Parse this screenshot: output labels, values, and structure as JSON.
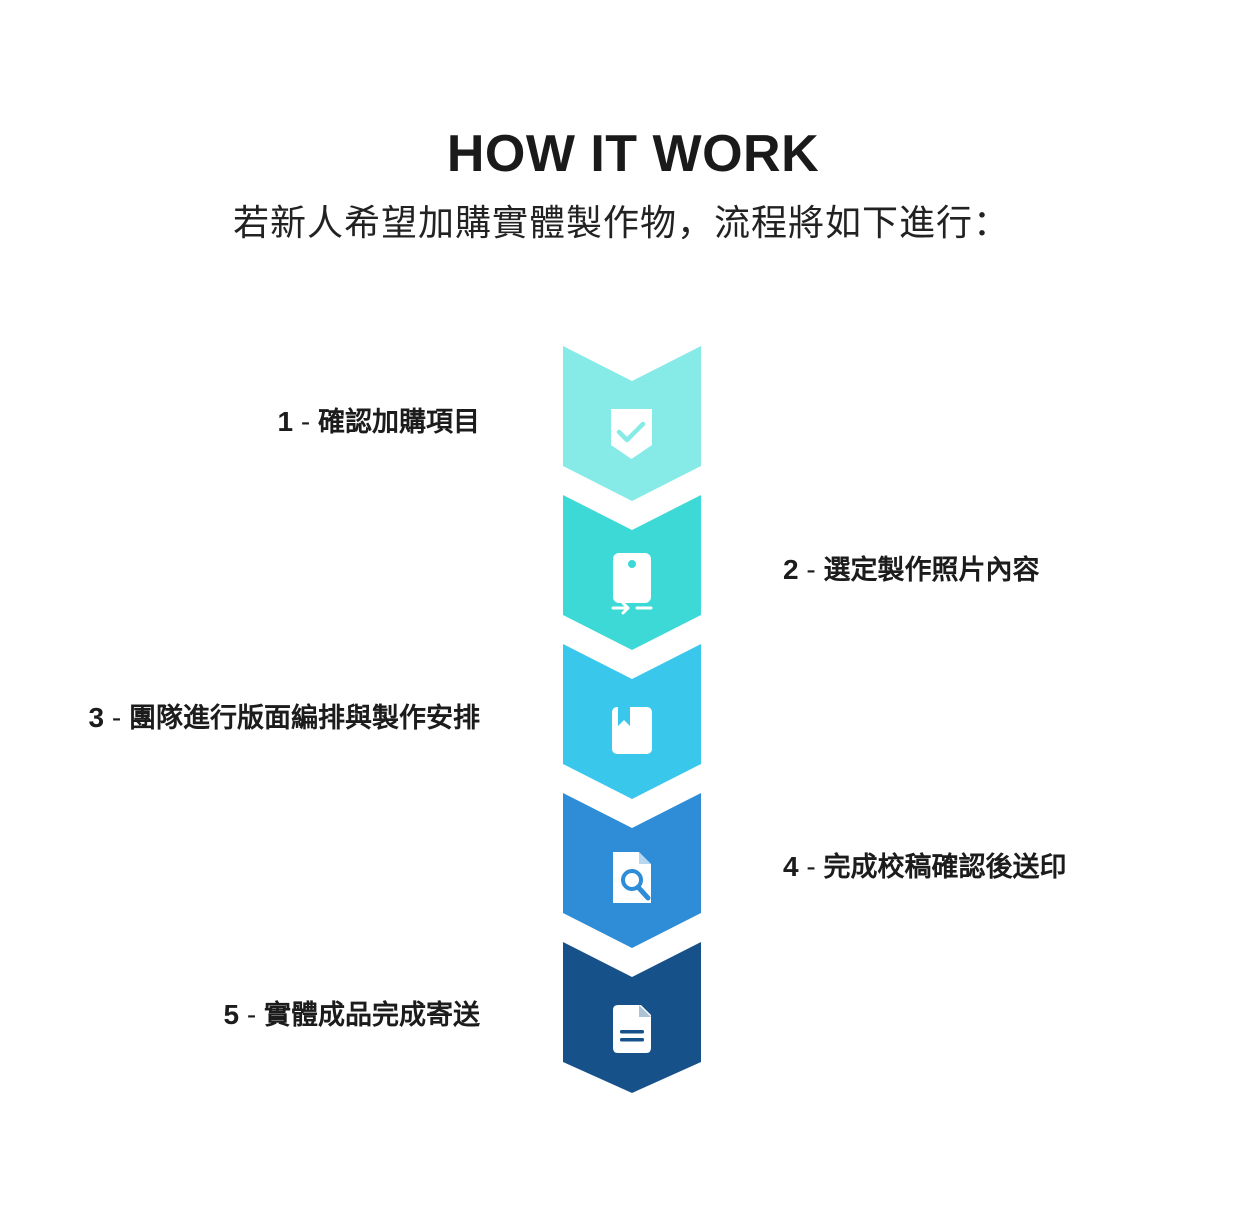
{
  "header": {
    "title": "HOW IT WORK",
    "subtitle": "若新人希望加購實體製作物，流程將如下進行："
  },
  "steps": [
    {
      "number": "1",
      "separator": " - ",
      "text": "確認加購項目",
      "side": "left",
      "color": "#86EAE6",
      "icon": "shield-check-icon"
    },
    {
      "number": "2",
      "separator": " - ",
      "text": "選定製作照片內容",
      "side": "right",
      "color": "#3CD9D6",
      "icon": "phone-transfer-icon"
    },
    {
      "number": "3",
      "separator": " - ",
      "text": "團隊進行版面編排與製作安排",
      "side": "left",
      "color": "#3AC7EC",
      "icon": "bookmark-book-icon"
    },
    {
      "number": "4",
      "separator": " - ",
      "text": "完成校稿確認後送印",
      "side": "right",
      "color": "#2E8DD6",
      "icon": "document-search-icon"
    },
    {
      "number": "5",
      "separator": " - ",
      "text": "實體成品完成寄送",
      "side": "left",
      "color": "#17518A",
      "icon": "document-lines-icon"
    }
  ]
}
